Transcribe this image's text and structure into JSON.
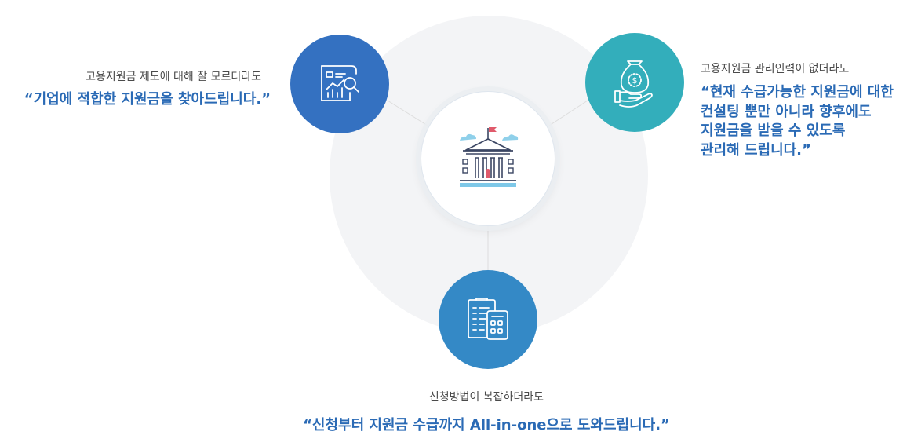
{
  "features": {
    "left": {
      "subtitle": "고용지원금 제도에 대해 잘 모르더라도",
      "headline": "“기업에 적합한 지원금을 찾아드립니다.”",
      "icon": "report-search-icon"
    },
    "right": {
      "subtitle": "고용지원금 관리인력이 없더라도",
      "headline_lines": [
        "“현재 수급가능한 지원금에 대한",
        "컨설팅 뿐만 아니라 향후에도",
        "지원금을 받을 수 있도록",
        "관리해 드립니다.”"
      ],
      "icon": "money-bag-hand-icon"
    },
    "bottom": {
      "subtitle": "신청방법이 복잡하더라도",
      "headline": "“신청부터 지원금 수급까지 All-in-one으로 도와드립니다.”",
      "icon": "clipboard-calculator-icon"
    }
  },
  "center": {
    "icon": "government-building-icon"
  },
  "colors": {
    "left_circle": "#3471c1",
    "right_circle": "#33aebb",
    "bottom_circle": "#3489c6",
    "headline_text": "#2a6ab5",
    "subtitle_text": "#4a4a4a",
    "background_circle": "#f3f4f6"
  }
}
